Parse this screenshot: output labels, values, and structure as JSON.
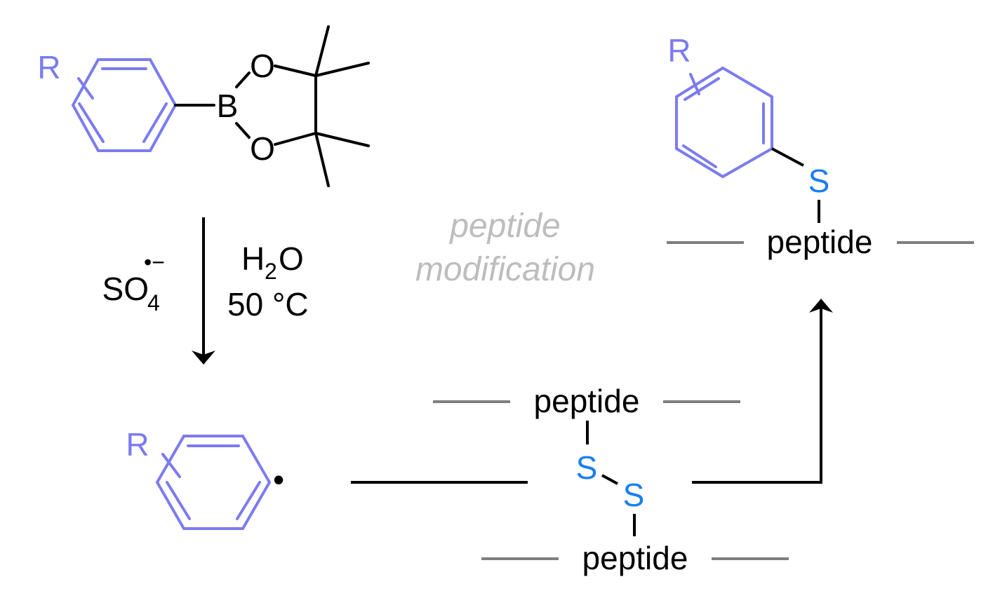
{
  "colors": {
    "aryl": "#7b7bf0",
    "sulfur": "#1a7ff0",
    "bond": "#000000",
    "chain": "#7f7f7f",
    "note": "#bdbdbd"
  },
  "reactant": {
    "r_label": "R",
    "boron": "B",
    "oxygen_top": "O",
    "oxygen_bottom": "O"
  },
  "conditions": {
    "oxidant_main": "SO",
    "oxidant_sub": "4",
    "oxidant_sup": "•−",
    "solvent_main": "H",
    "solvent_sub": "2",
    "solvent_end": "O",
    "temperature": "50 °C"
  },
  "radical": {
    "r_label": "R",
    "dot": "•"
  },
  "disulfide": {
    "peptide_top": "peptide",
    "s_left": "S",
    "s_right": "S",
    "peptide_bottom": "peptide"
  },
  "product": {
    "r_label": "R",
    "sulfur": "S",
    "peptide": "peptide"
  },
  "annotation": {
    "line1": "peptide",
    "line2": "modification"
  }
}
